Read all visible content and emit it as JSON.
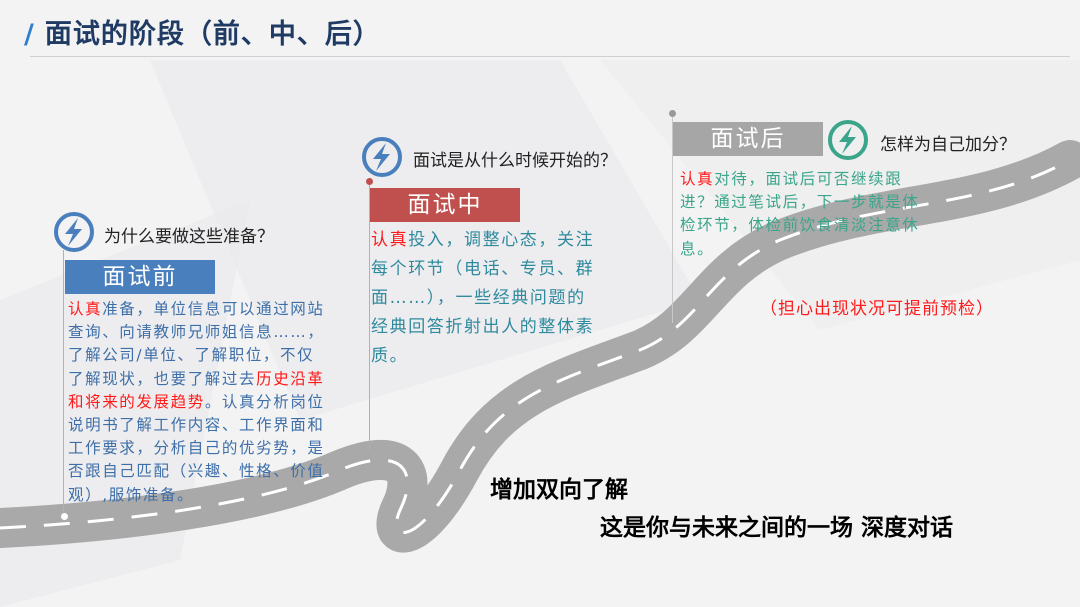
{
  "header": {
    "slash": "/",
    "title": "面试的阶段（前、中、后）"
  },
  "stages": [
    {
      "question": "为什么要做这些准备？",
      "label": "面试前",
      "color": "#4a7fbd",
      "body": [
        {
          "t": "认真",
          "red": true
        },
        {
          "t": "准备，单位信息可以通过网站查询、向请教师兄师姐信息……，了解公司/单位、了解职位，不仅了解现状，也要了解过去"
        },
        {
          "t": "历史沿革和将来的发展趋势",
          "red": true
        },
        {
          "t": "。认真分析岗位说明书了解工作内容、工作界面和工作要求，分析自己的优劣势，是否跟自己匹配（兴趣、性格、价值观）,服饰准备。"
        }
      ]
    },
    {
      "question": "面试是从什么时候开始的？",
      "label": "面试中",
      "color": "#c0504d",
      "body": [
        {
          "t": "认真",
          "red": true
        },
        {
          "t": "投入，调整心态，关注每个环节（电话、专员、群面……），一些经典问题的经典回答折射出人的整体素质。"
        }
      ]
    },
    {
      "question": "怎样为自己加分？",
      "label": "面试后",
      "color": "#a6a6a6",
      "body": [
        {
          "t": "认真",
          "red": true
        },
        {
          "t": "对待，面试后可否继续跟进？通过笔试后，下一步就是体检环节，体检前饮食清淡注意休息。"
        }
      ],
      "note": "（担心出现状况可提前预检）"
    }
  ],
  "bottom": {
    "line1": "增加双向了解",
    "line2": "这是你与未来之间的一场 深度对话"
  },
  "icons": {
    "stage1": "lightning-icon",
    "stage2": "lightning-icon",
    "stage3": "lightning-icon"
  }
}
